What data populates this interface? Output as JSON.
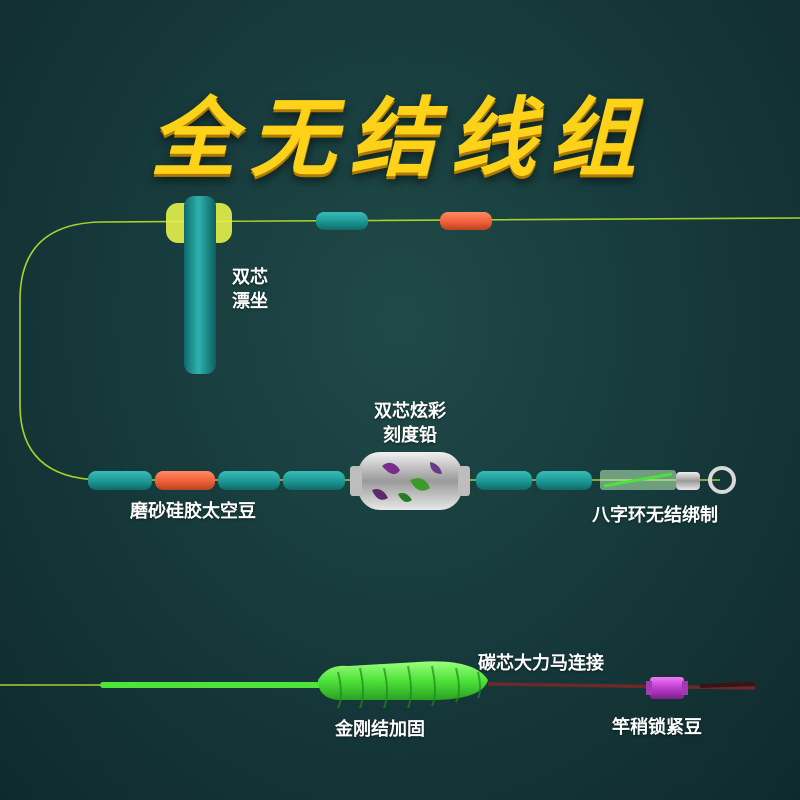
{
  "title": "全无结线组",
  "labels": {
    "float_line1": "双芯",
    "float_line2": "漂坐",
    "sinker_line1": "双芯炫彩",
    "sinker_line2": "刻度铅",
    "beads": "磨砂硅胶太空豆",
    "swivel": "八字环无结绑制",
    "carbon": "碳芯大力马连接",
    "knot": "金刚结加固",
    "lock_bead": "竿稍锁紧豆"
  },
  "colors": {
    "title": "#ffd21a",
    "line": "#a8d12a",
    "bead_teal": "#1e9a98",
    "bead_orange": "#f2643c",
    "knot_green": "#4ee23a",
    "lock_purple": "#c03ccf"
  }
}
